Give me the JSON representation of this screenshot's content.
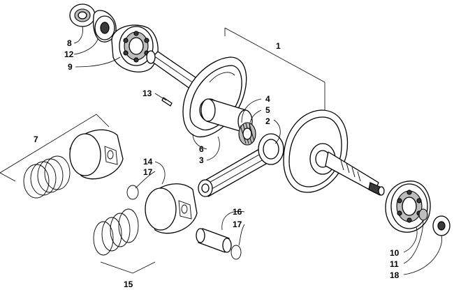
{
  "callouts": {
    "c1": "1",
    "c2": "2",
    "c3": "3",
    "c4": "4",
    "c5": "5",
    "c6": "6",
    "c7": "7",
    "c8": "8",
    "c9": "9",
    "c10": "10",
    "c11": "11",
    "c12": "12",
    "c13": "13",
    "c14": "14",
    "c15": "15",
    "c16": "16",
    "c17a": "17",
    "c17b": "17",
    "c18": "18"
  }
}
